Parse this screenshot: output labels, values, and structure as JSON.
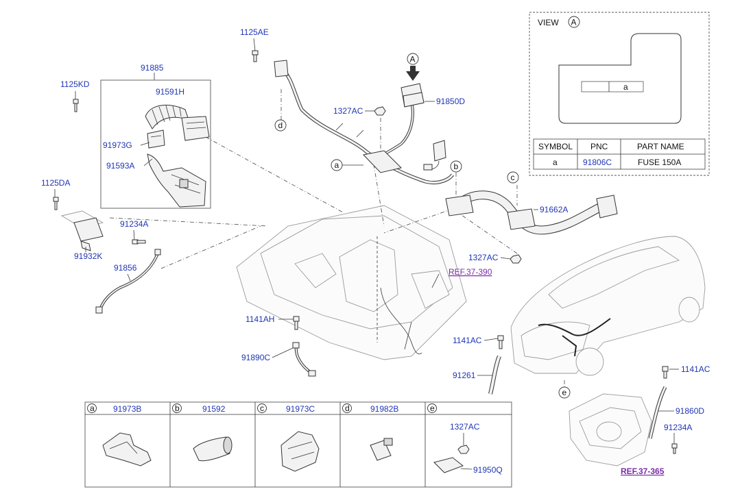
{
  "labels": {
    "p91885": "91885",
    "p91591H": "91591H",
    "p1125KD": "1125KD",
    "p91973G": "91973G",
    "p91593A": "91593A",
    "p1125DA": "1125DA",
    "p91932K": "91932K",
    "p91234A_top": "91234A",
    "p91856": "91856",
    "p1125AE": "1125AE",
    "p1327AC_top": "1327AC",
    "p91850D": "91850D",
    "p91662A": "91662A",
    "p1327AC_mid": "1327AC",
    "p1141AH": "1141AH",
    "p91890C": "91890C",
    "p1141AC_left": "1141AC",
    "p91261": "91261",
    "p1141AC_right": "1141AC",
    "p91860D": "91860D",
    "p91234A_right": "91234A"
  },
  "refs": {
    "ref_37_390": "REF.37-390",
    "ref_37_365": "REF.37-365"
  },
  "callouts": {
    "A": "A",
    "a": "a",
    "b": "b",
    "c": "c",
    "d": "d",
    "e": "e"
  },
  "view_box": {
    "title": "VIEW",
    "marker": "A",
    "fuse_label": "a",
    "headers": [
      "SYMBOL",
      "PNC",
      "PART NAME"
    ],
    "rows": [
      {
        "symbol": "a",
        "pnc": "91806C",
        "name": "FUSE 150A"
      }
    ]
  },
  "legend": [
    {
      "key": "a",
      "part": "91973B"
    },
    {
      "key": "b",
      "part": "91592"
    },
    {
      "key": "c",
      "part": "91973C"
    },
    {
      "key": "d",
      "part": "91982B"
    },
    {
      "key": "e",
      "part": "",
      "sub_labels": [
        "1327AC",
        "91950Q"
      ]
    }
  ],
  "colors": {
    "part_number": "#1f35b5",
    "reference": "#7a2aa8",
    "line": "#333333"
  }
}
